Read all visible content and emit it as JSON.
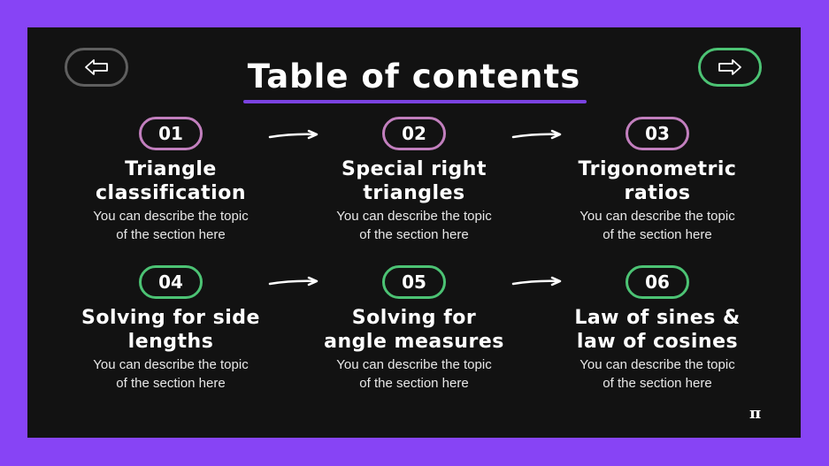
{
  "slide": {
    "title": "Table of contents",
    "colors": {
      "background": "#8744f5",
      "panel": "#121212",
      "accent_underline": "#7a42e0",
      "badge_pink": "#c27fbe",
      "badge_green": "#4cc374",
      "nav_prev_border": "#5f5f5f",
      "nav_next_border": "#4cc374"
    },
    "nav": {
      "prev_icon": "arrow-left-icon",
      "next_icon": "arrow-right-icon"
    },
    "items": [
      {
        "number": "01",
        "title_line1": "Triangle",
        "title_line2": "classification",
        "desc_line1": "You can describe the topic",
        "desc_line2": "of the section here",
        "badge_color": "pink"
      },
      {
        "number": "02",
        "title_line1": "Special right",
        "title_line2": "triangles",
        "desc_line1": "You can describe the topic",
        "desc_line2": "of the section here",
        "badge_color": "pink"
      },
      {
        "number": "03",
        "title_line1": "Trigonometric",
        "title_line2": "ratios",
        "desc_line1": "You can describe the topic",
        "desc_line2": "of the section here",
        "badge_color": "pink"
      },
      {
        "number": "04",
        "title_line1": "Solving for side",
        "title_line2": "lengths",
        "desc_line1": "You can describe the topic",
        "desc_line2": "of the section here",
        "badge_color": "green"
      },
      {
        "number": "05",
        "title_line1": "Solving for",
        "title_line2": "angle measures",
        "desc_line1": "You can describe the topic",
        "desc_line2": "of the section here",
        "badge_color": "green"
      },
      {
        "number": "06",
        "title_line1": "Law of sines &",
        "title_line2": "law of cosines",
        "desc_line1": "You can describe the topic",
        "desc_line2": "of the section here",
        "badge_color": "green"
      }
    ],
    "footer_symbol": "π"
  }
}
